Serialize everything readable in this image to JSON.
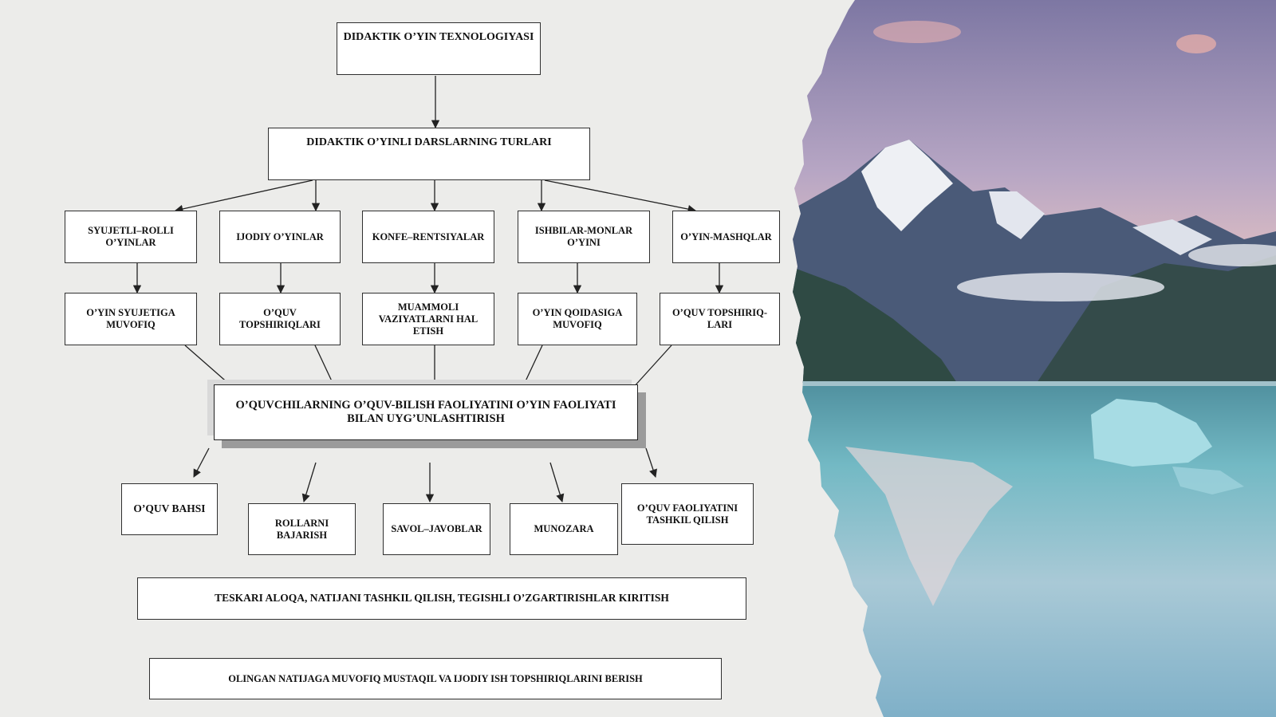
{
  "diagram": {
    "title": "DIDAKTIK O’YIN TEXNOLOGIYaSI",
    "types_header": "DIDAKTIK O’YINLI DARSLARNING TURLARI",
    "types": [
      "SYuJETLI–ROLLI O’YINLAR",
      "IJODIY O’YINLAR",
      "KONFE–RENTSIYaLAR",
      "ISHBILAR-MONLAR O’YINI",
      "O’YIN-MASHQLAR"
    ],
    "descriptions": [
      "O’YIN SYuJETIGA MUVOFIQ",
      "O’QUV TOPSHIRIQLARI",
      "MUAMMOLI VAZIYaTLARNI HAL ETISH",
      "O’YIN QOIDASIGA MUVOFIQ",
      "O’QUV TOPSHIRIQ-LARI"
    ],
    "center": "O’QUVCHILARNING O’QUV-BILISH FAOLIYaTINI O’YIN FAOLIYaTI BILAN UYG’UNLASHTIRISH",
    "activities": [
      "O’QUV BAHSI",
      "ROLLARNI BAJARISH",
      "SAVOL–JAVOBLAR",
      "MUNOZARA",
      "O’QUV FAOLIYaTINI TASHKIL QILISH"
    ],
    "feedback": "TESKARI ALOQA, NATIJANI TASHKIL QILISH, TEGISHLI O’ZGARTIRISHLAR KIRITISH",
    "final": "OLINGAN NATIJAGA MUVOFIQ MUSTAQIL VA IJODIY ISH TOPSHIRIQLARINI BERISH"
  },
  "colors": {
    "background": "#ececea",
    "box_border": "#2f2f2f",
    "arrow": "#222222",
    "sky_top": "#8a7fa6",
    "sky_glow": "#f0c9c2",
    "lake": "#6fb6c3"
  },
  "decor": {
    "photo": "mountain-lake-photo"
  }
}
